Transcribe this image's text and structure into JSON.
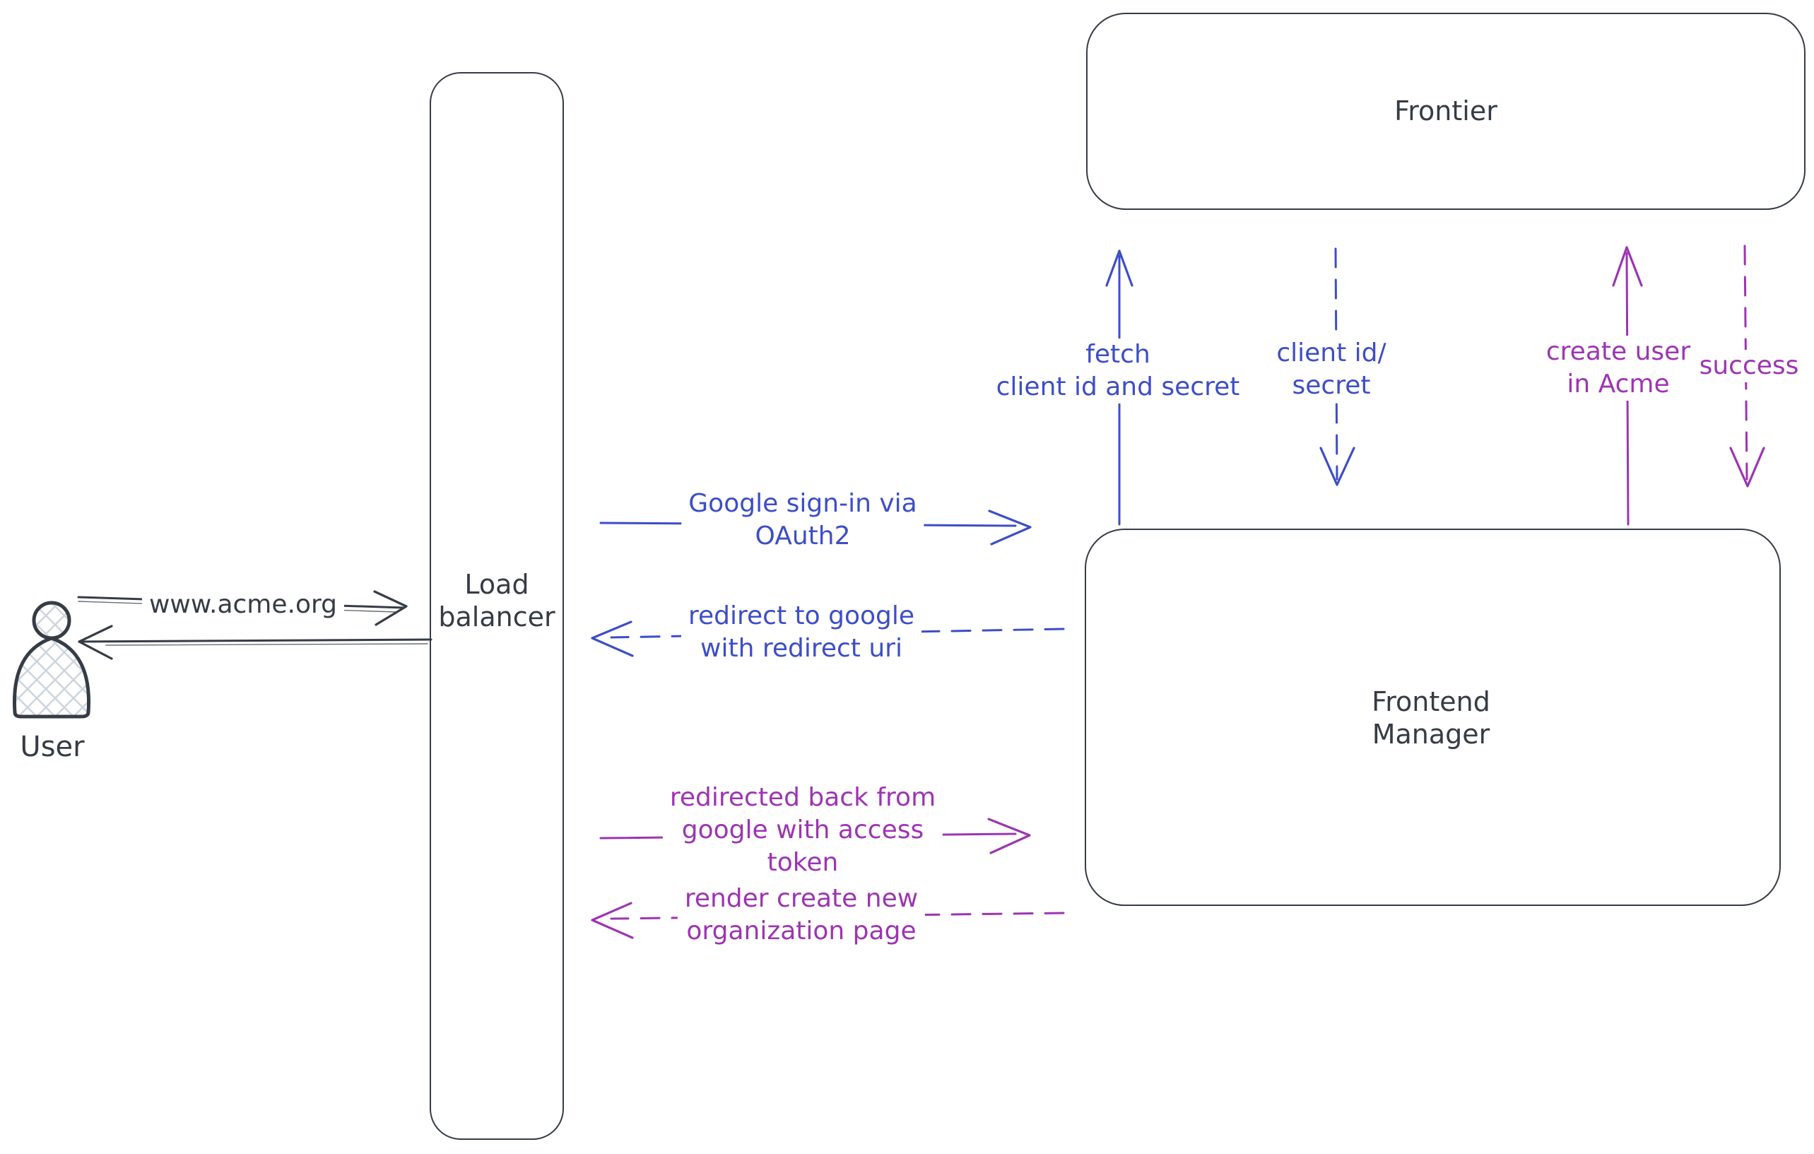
{
  "colors": {
    "ink": "#363c46",
    "blue": "#3d4ec5",
    "purple": "#9c35b1",
    "hatch_fill": "#ccd5dd",
    "background": "#ffffff"
  },
  "nodes": {
    "user": {
      "label": "User",
      "icon": "person-icon"
    },
    "load_balancer": {
      "label": "Load\nbalancer"
    },
    "frontier": {
      "label": "Frontier"
    },
    "frontend_manager": {
      "label": "Frontend\nManager"
    }
  },
  "edges": {
    "www_request": {
      "label": "www.acme.org",
      "from": "user",
      "to": "load_balancer",
      "style": "solid",
      "color": "ink",
      "direction": "right"
    },
    "www_response": {
      "from": "load_balancer",
      "to": "user",
      "style": "solid",
      "color": "ink",
      "direction": "left"
    },
    "google_signin": {
      "label": "Google sign-in via\nOAuth2",
      "from": "load_balancer",
      "to": "frontend_manager",
      "style": "solid",
      "color": "blue",
      "direction": "right"
    },
    "redirect_to_google": {
      "label": "redirect to google\nwith redirect uri",
      "from": "frontend_manager",
      "to": "load_balancer",
      "style": "dashed",
      "color": "blue",
      "direction": "left"
    },
    "fetch_client_creds": {
      "label": "fetch\nclient id and secret",
      "from": "frontend_manager",
      "to": "frontier",
      "style": "solid",
      "color": "blue",
      "direction": "up"
    },
    "client_id_secret": {
      "label": "client id/\nsecret",
      "from": "frontier",
      "to": "frontend_manager",
      "style": "dashed",
      "color": "blue",
      "direction": "down"
    },
    "create_user": {
      "label": "create user\nin Acme",
      "from": "frontend_manager",
      "to": "frontier",
      "style": "solid",
      "color": "purple",
      "direction": "up"
    },
    "success": {
      "label": "success",
      "from": "frontier",
      "to": "frontend_manager",
      "style": "dashed",
      "color": "purple",
      "direction": "down"
    },
    "redirected_back": {
      "label": "redirected back from\ngoogle with access\ntoken",
      "from": "load_balancer",
      "to": "frontend_manager",
      "style": "solid",
      "color": "purple",
      "direction": "right"
    },
    "render_org_page": {
      "label": "render create new\norganization page",
      "from": "frontend_manager",
      "to": "load_balancer",
      "style": "dashed",
      "color": "purple",
      "direction": "left"
    }
  }
}
